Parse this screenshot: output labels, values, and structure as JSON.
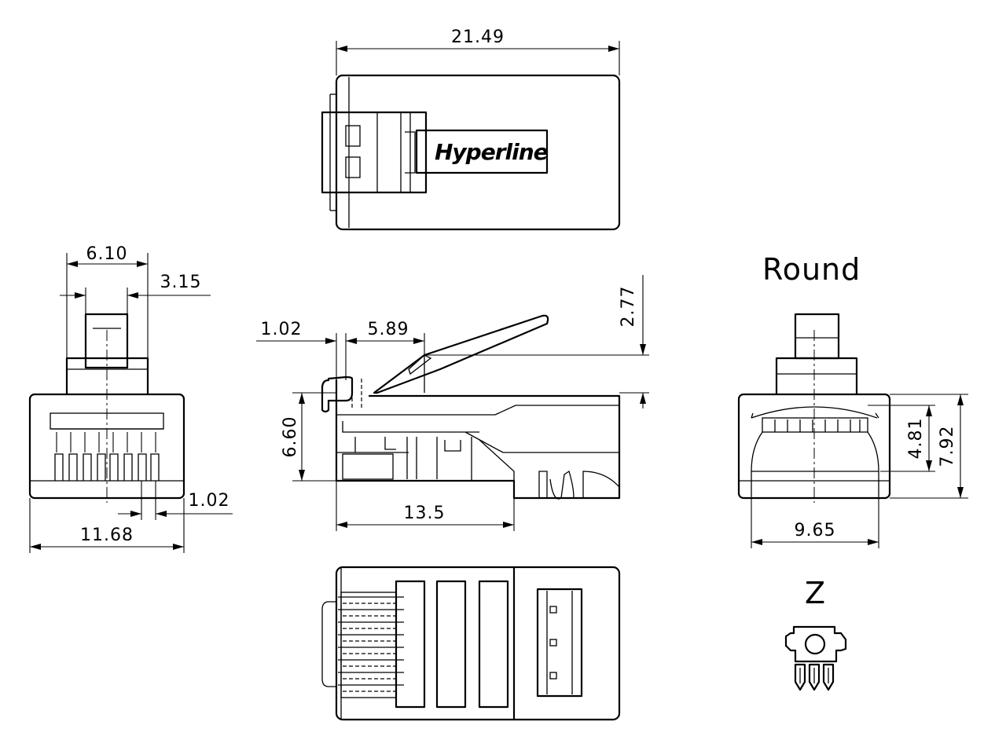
{
  "dimensions": {
    "top_length": "21.49",
    "front_tab_width": "6.10",
    "front_offset": "3.15",
    "front_pitch": "1.02",
    "front_width": "11.68",
    "side_lip": "1.02",
    "side_latch": "5.89",
    "side_latch_height": "2.77",
    "side_body_height": "6.60",
    "side_length": "13.5",
    "round_inner_height": "4.81",
    "round_height": "7.92",
    "round_width": "9.65"
  },
  "labels": {
    "brand": "Hyperline",
    "round_view": "Round",
    "detail_view": "Z"
  }
}
